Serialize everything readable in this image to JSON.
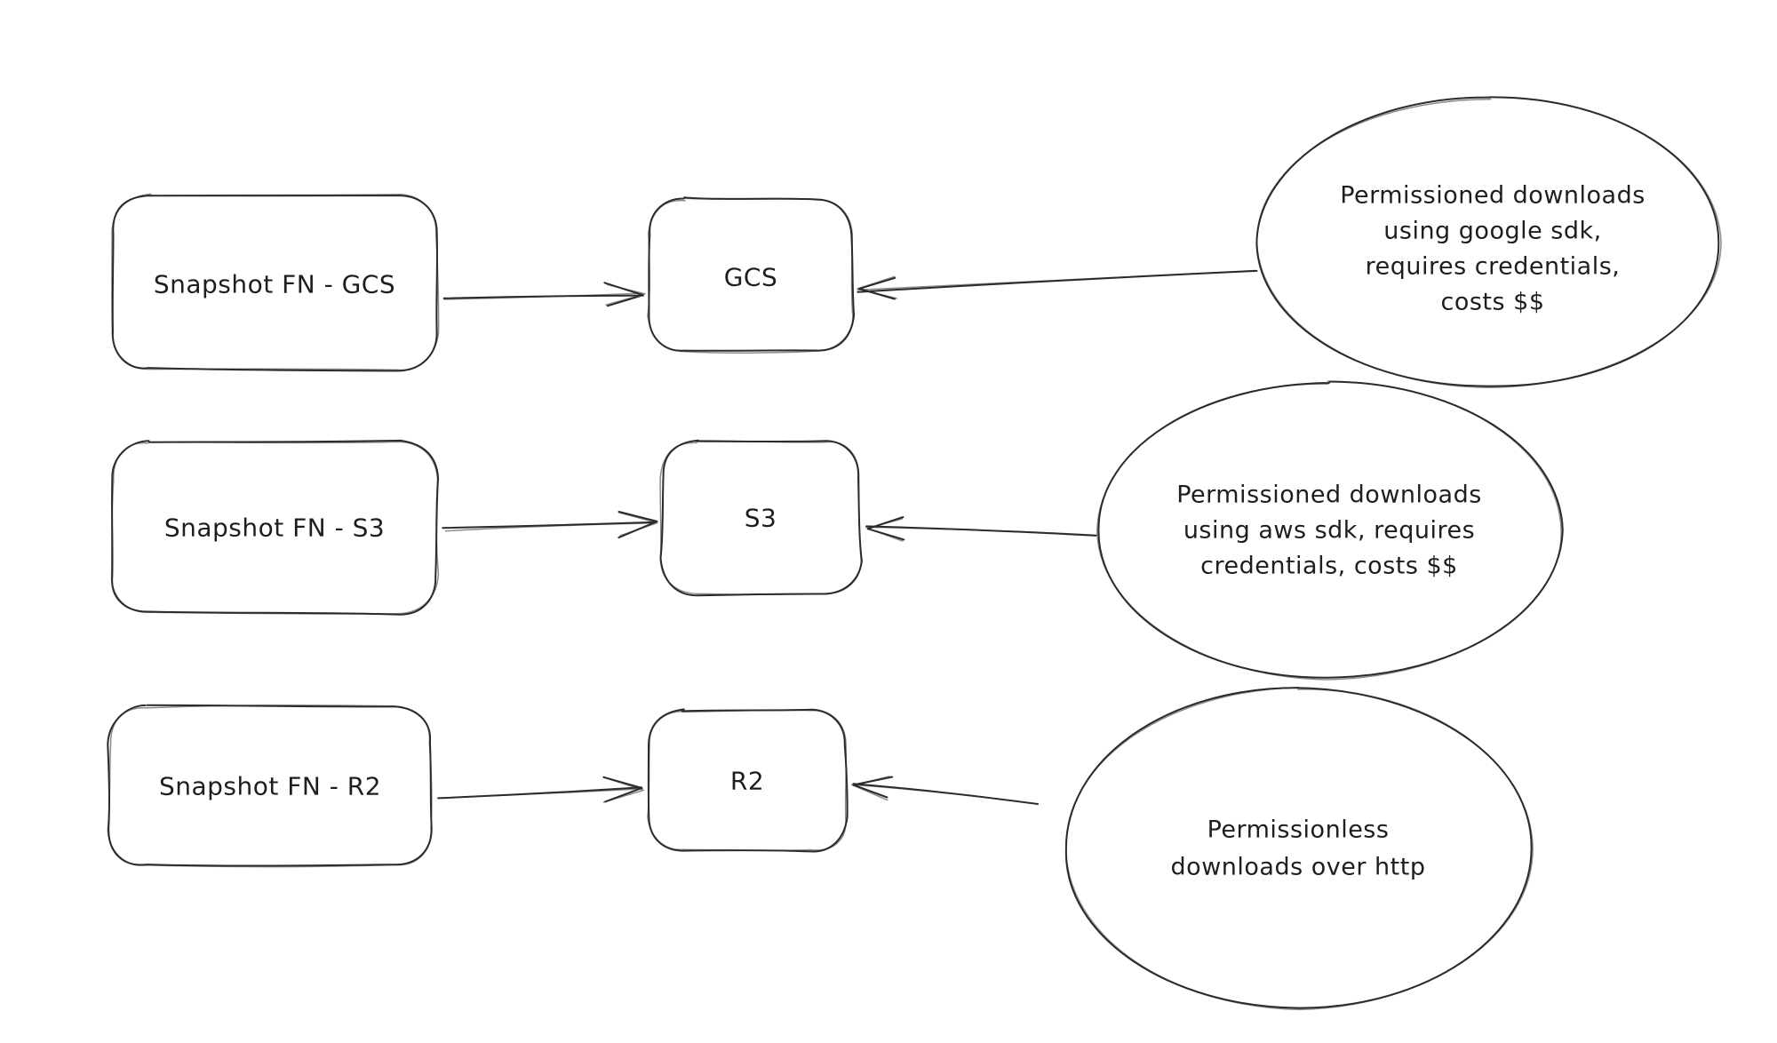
{
  "diagram_type": "flow-diagram-hand-drawn",
  "colors": {
    "background": "#ffffff",
    "stroke": "#2b2b2b",
    "text": "#1e1e1e"
  },
  "rows": [
    {
      "source": {
        "label": "Snapshot FN - GCS"
      },
      "target": {
        "label": "GCS"
      },
      "note": {
        "lines": [
          "Permissioned downloads",
          "using google sdk,",
          "requires credentials,",
          "costs $$"
        ]
      }
    },
    {
      "source": {
        "label": "Snapshot FN - S3"
      },
      "target": {
        "label": "S3"
      },
      "note": {
        "lines": [
          "Permissioned downloads",
          "using aws sdk, requires",
          "credentials, costs $$"
        ]
      }
    },
    {
      "source": {
        "label": "Snapshot FN - R2"
      },
      "target": {
        "label": "R2"
      },
      "note": {
        "lines": [
          "Permissionless",
          "downloads over http"
        ]
      }
    }
  ],
  "edges": [
    {
      "from": "Snapshot FN - GCS",
      "to": "GCS"
    },
    {
      "from": "Permissioned downloads using google sdk, requires credentials, costs $$",
      "to": "GCS"
    },
    {
      "from": "Snapshot FN - S3",
      "to": "S3"
    },
    {
      "from": "Permissioned downloads using aws sdk, requires credentials, costs $$",
      "to": "S3"
    },
    {
      "from": "Snapshot FN - R2",
      "to": "R2"
    },
    {
      "from": "Permissionless downloads over http",
      "to": "R2"
    }
  ]
}
